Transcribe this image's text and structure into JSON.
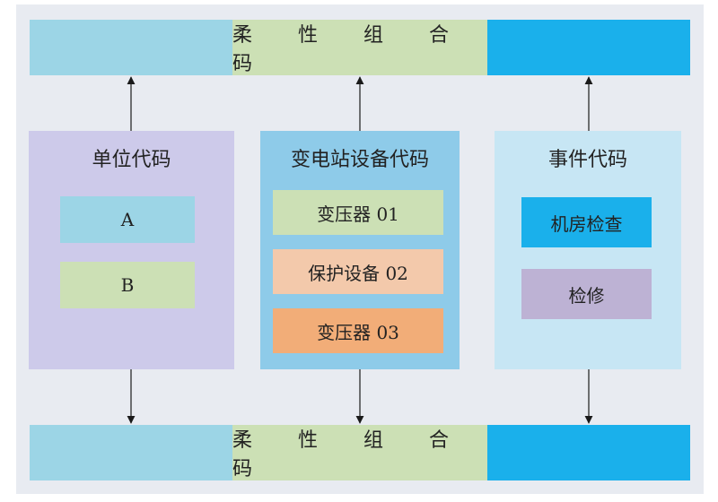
{
  "top_bar": {
    "label": "柔 性 组 合 码",
    "colors": {
      "left": "#9cd5e6",
      "mid": "#cce0b5",
      "right": "#1ab0eb"
    }
  },
  "bottom_bar": {
    "label": "柔 性 组 合 码",
    "colors": {
      "left": "#9cd5e6",
      "mid": "#cce0b5",
      "right": "#1ab0eb"
    }
  },
  "unit_code": {
    "title": "单位代码",
    "color": "#cdcaea",
    "items": [
      {
        "label": "A",
        "color": "#9cd5e6"
      },
      {
        "label": "B",
        "color": "#cce0b5"
      }
    ]
  },
  "station_code": {
    "title": "变电站设备代码",
    "color": "#8ecbe9",
    "items": [
      {
        "label": "变压器 01",
        "color": "#cce0b5"
      },
      {
        "label": "保护设备 02",
        "color": "#f3c9ab"
      },
      {
        "label": "变压器 03",
        "color": "#f2ad78"
      }
    ]
  },
  "event_code": {
    "title": "事件代码",
    "color": "#c7e6f4",
    "items": [
      {
        "label": "机房检查",
        "color": "#1ab0eb"
      },
      {
        "label": "检修",
        "color": "#bdb2d4"
      }
    ]
  }
}
